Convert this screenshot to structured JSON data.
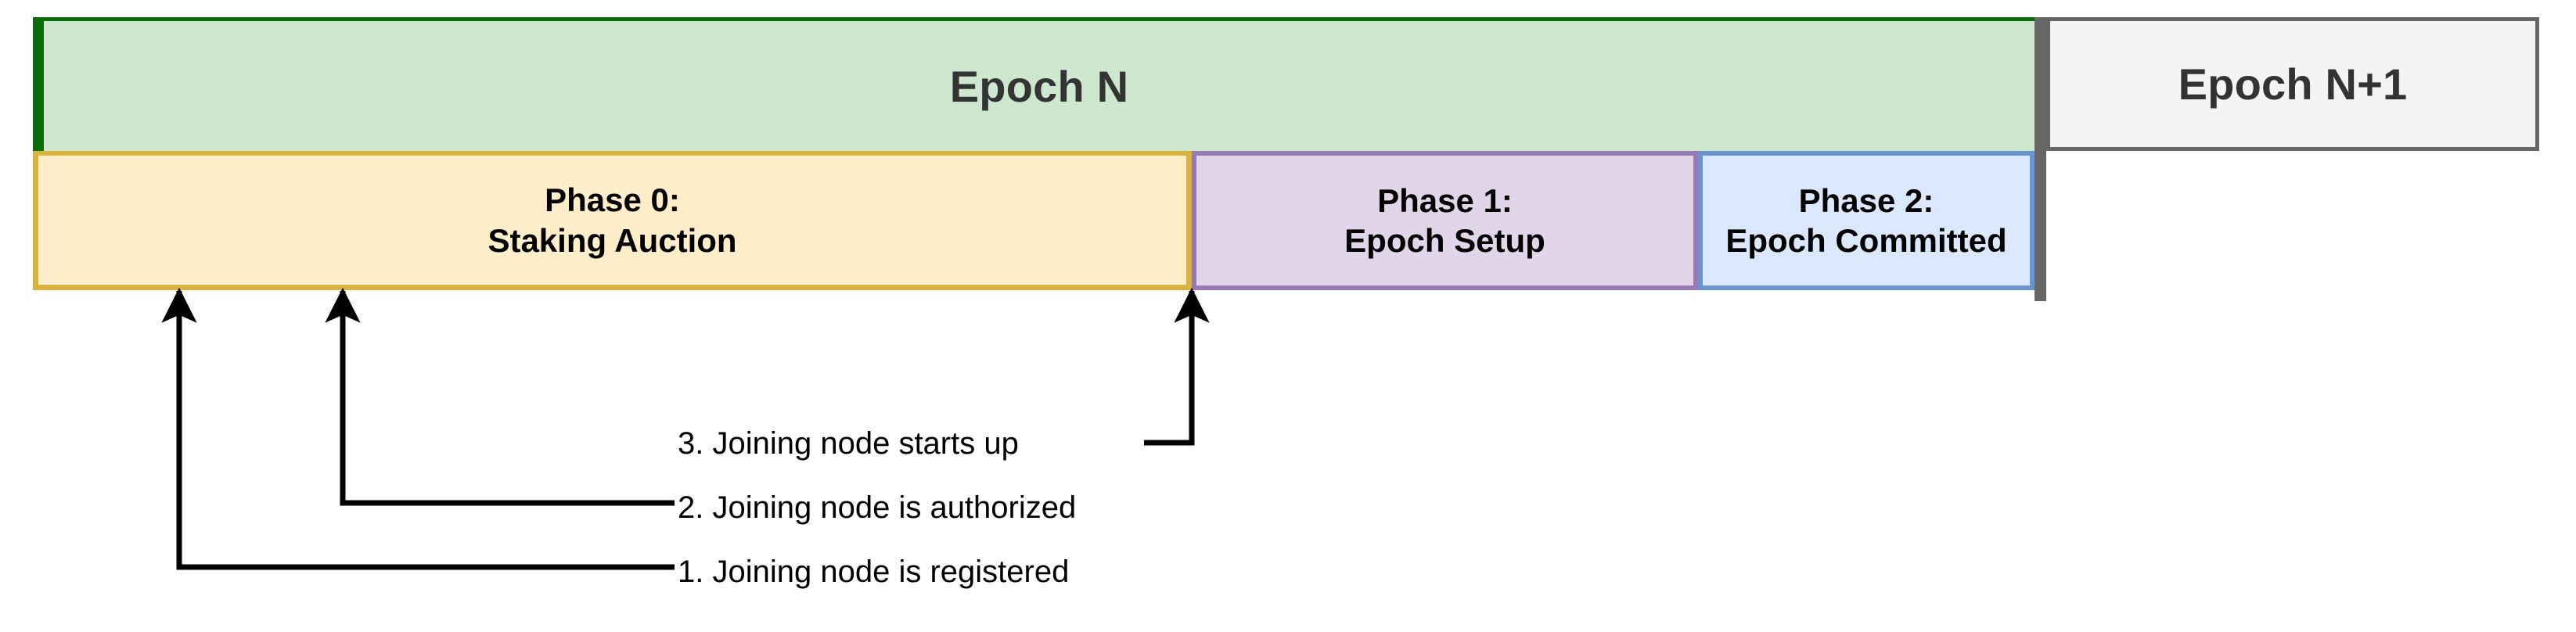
{
  "diagram": {
    "title": "Epoch phase timeline with joining-node milestones",
    "epochs": [
      {
        "id": "epoch-n",
        "label": "Epoch N",
        "fill": "#cde8ce",
        "stroke": "#0a6b0a"
      },
      {
        "id": "epoch-n1",
        "label": "Epoch N+1",
        "fill": "#f4f4f4",
        "stroke": "#666666"
      }
    ],
    "phases": [
      {
        "id": "phase-0",
        "line1": "Phase 0:",
        "line2": "Staking Auction",
        "fill": "#ffeec9",
        "stroke": "#d9b33c"
      },
      {
        "id": "phase-1",
        "line1": "Phase 1:",
        "line2": "Epoch Setup",
        "fill": "#e2d5ea",
        "stroke": "#9779b8"
      },
      {
        "id": "phase-2",
        "line1": "Phase 2:",
        "line2": "Epoch Committed",
        "fill": "#dbe8fc",
        "stroke": "#6b95cf"
      }
    ],
    "divider_color": "#666666",
    "callouts": [
      {
        "id": "callout-3",
        "label": "3. Joining node starts up"
      },
      {
        "id": "callout-2",
        "label": "2. Joining node is authorized"
      },
      {
        "id": "callout-1",
        "label": "1. Joining node is registered"
      }
    ],
    "connector_color": "#000000"
  }
}
